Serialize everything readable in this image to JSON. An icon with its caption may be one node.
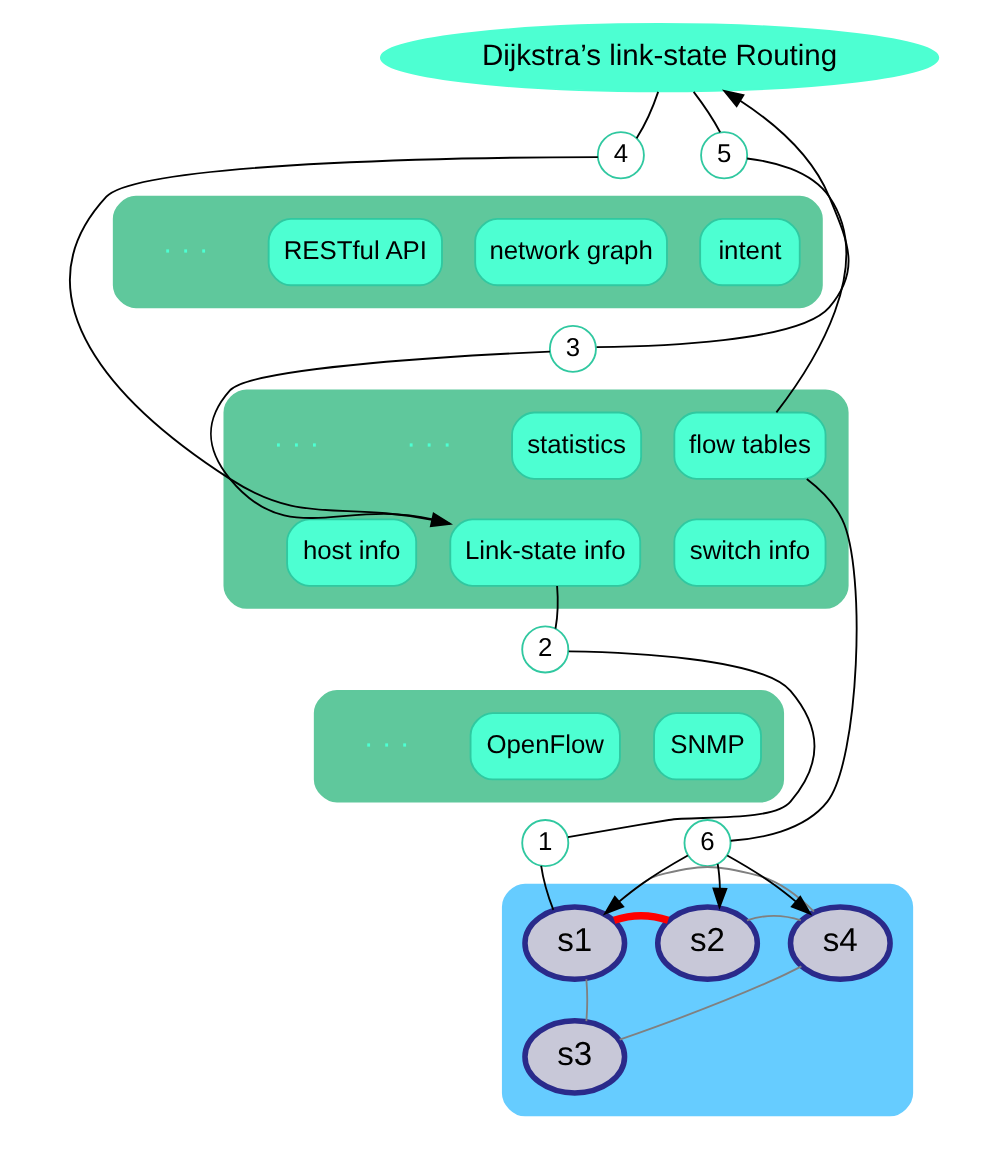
{
  "diagram": {
    "nodes": [
      {
        "text": [
          "Dijkstra’s link-state Routing"
        ]
      },
      {
        "text": [],
        "shape": "box"
      },
      {
        "text": [
          "network graph"
        ],
        "in": 1
      },
      {
        "text": [
          "RESTful API"
        ],
        "in": 1
      },
      {
        "text": [
          "intent"
        ],
        "in": 1
      },
      {
        "text": [],
        "shape": "box"
      },
      {
        "text": [
          "statistics"
        ],
        "in": 5
      },
      {
        "text": [
          "flow tables"
        ],
        "in": 5
      },
      {
        "text": [
          "Link-state info"
        ],
        "in": 5
      },
      {
        "text": [
          "host info"
        ],
        "in": 5
      },
      {
        "text": [
          "switch info"
        ],
        "in": 5
      },
      {
        "text": [],
        "shape": "box"
      },
      {
        "text": [
          "OpenFlow"
        ],
        "in": 11
      },
      {
        "text": [
          "SNMP"
        ],
        "in": 11
      },
      {
        "text": [],
        "shape": "cloud"
      },
      {
        "text": [
          "s1"
        ],
        "in": 14
      },
      {
        "text": [
          "s2"
        ],
        "in": 14
      },
      {
        "text": [
          "s3"
        ],
        "in": 14
      },
      {
        "text": [
          "s4"
        ],
        "in": 14
      },
      {
        "text": [
          "1"
        ]
      },
      {
        "text": [
          "2"
        ]
      },
      {
        "text": [
          "3"
        ]
      },
      {
        "text": [
          "4"
        ]
      },
      {
        "text": [
          "5"
        ]
      },
      {
        "text": [
          "6"
        ]
      }
    ],
    "edges": [
      {
        "from": 15,
        "to": 19,
        "arrow": "none"
      },
      {
        "from": 19,
        "to": 20,
        "arrow": "none"
      },
      {
        "from": 20,
        "to": 8,
        "arrow": "none"
      },
      {
        "from": 8,
        "to": 21,
        "arrow": "none"
      },
      {
        "from": 21,
        "to": 0,
        "arrow": "to"
      },
      {
        "from": 0,
        "to": 22,
        "arrow": "none"
      },
      {
        "from": 22,
        "to": 8,
        "arrow": "to"
      },
      {
        "from": 0,
        "to": 23,
        "arrow": "none"
      },
      {
        "from": 23,
        "to": 7,
        "arrow": "none"
      },
      {
        "from": 7,
        "to": 24,
        "arrow": "none"
      },
      {
        "from": 24,
        "to": 15,
        "arrow": "to"
      },
      {
        "from": 24,
        "to": 16,
        "arrow": "to"
      },
      {
        "from": 24,
        "to": 18,
        "arrow": "to"
      },
      {
        "from": 15,
        "to": 16,
        "arrow": "none",
        "style": "thick",
        "color": "#ff0000"
      },
      {
        "from": 15,
        "to": 18,
        "arrow": "none",
        "color": "#808080"
      },
      {
        "from": 15,
        "to": 17,
        "arrow": "none",
        "color": "#808080"
      },
      {
        "from": 16,
        "to": 18,
        "arrow": "none",
        "color": "#808080"
      },
      {
        "from": 17,
        "to": 18,
        "arrow": "none",
        "color": "#808080"
      }
    ],
    "labels": [
      "· · ·",
      "· · ·",
      "· · ·",
      "· · ·"
    ]
  }
}
